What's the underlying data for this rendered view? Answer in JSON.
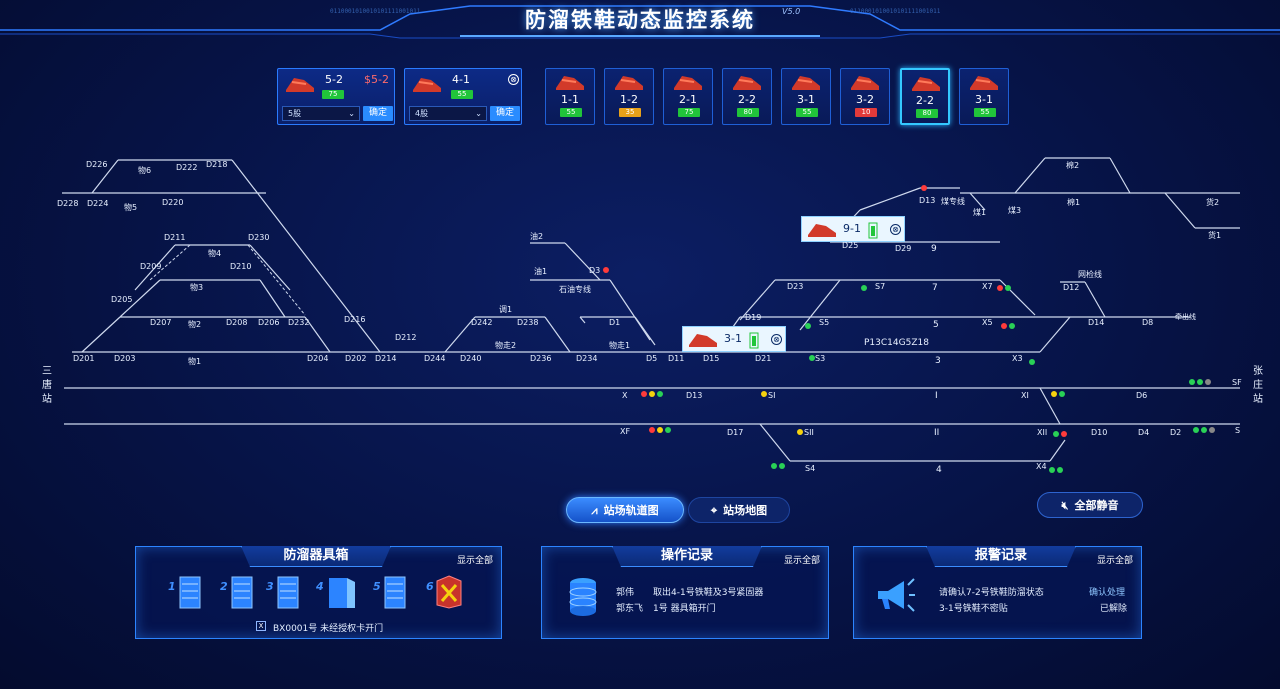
{
  "header": {
    "title": "防溜铁鞋动态监控系统",
    "version": "V5.0",
    "binary_left": "0110001010010101111001011",
    "binary_right": "0110001010010101111001011"
  },
  "shoe_cards_selected": [
    {
      "name": "5-2",
      "battery": "75",
      "battery_color": "#21c53a",
      "badge": "5-2",
      "track": "5股",
      "confirm": "确定"
    },
    {
      "name": "4-1",
      "battery": "55",
      "battery_color": "#21c53a",
      "close": "⊗",
      "track": "4股",
      "confirm": "确定"
    }
  ],
  "shoe_cards": [
    {
      "name": "1-1",
      "battery": "55",
      "battery_color": "#21c53a"
    },
    {
      "name": "1-2",
      "battery": "35",
      "battery_color": "#e8a11a"
    },
    {
      "name": "2-1",
      "battery": "75",
      "battery_color": "#21c53a"
    },
    {
      "name": "2-2",
      "battery": "80",
      "battery_color": "#21c53a"
    },
    {
      "name": "3-1",
      "battery": "55",
      "battery_color": "#21c53a"
    },
    {
      "name": "3-2",
      "battery": "10",
      "battery_color": "#e23a3a"
    },
    {
      "name": "2-2",
      "battery": "80",
      "battery_color": "#21c53a",
      "selected": true
    },
    {
      "name": "3-1",
      "battery": "55",
      "battery_color": "#21c53a"
    }
  ],
  "map": {
    "station_left": "三唐站",
    "station_right": "张庄站",
    "labels": {
      "D226": "D226",
      "D222": "D222",
      "D218": "D218",
      "wu6": "物6",
      "D228": "D228",
      "D224": "D224",
      "D220": "D220",
      "wu5": "物5",
      "D211": "D211",
      "D230": "D230",
      "wu4": "物4",
      "D209": "D209",
      "D210": "D210",
      "wu3": "物3",
      "D205": "D205",
      "D207": "D207",
      "wu2": "物2",
      "D208": "D208",
      "D206": "D206",
      "D232": "D232",
      "D216": "D216",
      "D212": "D212",
      "D201": "D201",
      "D203": "D203",
      "wu1": "物1",
      "D204": "D204",
      "D202": "D202",
      "D214": "D214",
      "D244": "D244",
      "D240": "D240",
      "D242": "D242",
      "diao1": "调1",
      "D238": "D238",
      "wuzou2": "物走2",
      "D236": "D236",
      "D234": "D234",
      "wuzou1": "物走1",
      "D5": "D5",
      "D11": "D11",
      "D15": "D15",
      "D21": "D21",
      "D1": "D1",
      "you2": "油2",
      "you1": "油1",
      "D3": "D3",
      "shiyou": "石油专线",
      "D19": "D19",
      "D23": "D23",
      "S5": "S5",
      "S3": "S3",
      "S7": "S7",
      "track_code": "P13C14G5Z18",
      "n3": "3",
      "n5": "5",
      "n7": "7",
      "n9": "9",
      "D25": "D25",
      "D29": "D29",
      "D13top": "D13",
      "meizhuan": "煤专线",
      "mei1": "煤1",
      "mei3": "煤3",
      "mian2": "棉2",
      "mian1": "棉1",
      "huo2": "货2",
      "huo1": "货1",
      "X7": "X7",
      "X5": "X5",
      "X3": "X3",
      "wangjian": "网检线",
      "D12": "D12",
      "D14": "D14",
      "D8": "D8",
      "qianchu": "牵出线",
      "X": "X",
      "D13": "D13",
      "SI": "SI",
      "I": "I",
      "XI": "XI",
      "D6": "D6",
      "SF": "SF",
      "XF": "XF",
      "D17": "D17",
      "SII": "SII",
      "II": "II",
      "XII": "XII",
      "D10": "D10",
      "D4": "D4",
      "D2": "D2",
      "S": "S",
      "S4": "S4",
      "n4": "4",
      "X4": "X4"
    },
    "popup_91": {
      "name": "9-1",
      "close": "⊗"
    },
    "popup_31": {
      "name": "3-1",
      "close": "⊗"
    }
  },
  "tabs": {
    "track": "站场轨道图",
    "map": "站场地图",
    "mute": "全部静音"
  },
  "panels": {
    "toolbox": {
      "title": "防溜器具箱",
      "more": "显示全部",
      "cabinets": [
        "1",
        "2",
        "3",
        "4",
        "5",
        "6"
      ],
      "alert_box": "X",
      "alert_text": "BX0001号  未经授权卡开门"
    },
    "records": {
      "title": "操作记录",
      "more": "显示全部",
      "rows": [
        {
          "user": "郭伟",
          "action": "取出4-1号铁鞋及3号紧固器"
        },
        {
          "user": "郭东飞",
          "action": "1号 器具箱开门"
        }
      ]
    },
    "alarms": {
      "title": "报警记录",
      "more": "显示全部",
      "rows": [
        {
          "message": "请确认7-2号铁鞋防溜状态",
          "action": "确认处理"
        },
        {
          "message": "3-1号铁鞋不密贴",
          "action": "已解除"
        }
      ]
    }
  }
}
